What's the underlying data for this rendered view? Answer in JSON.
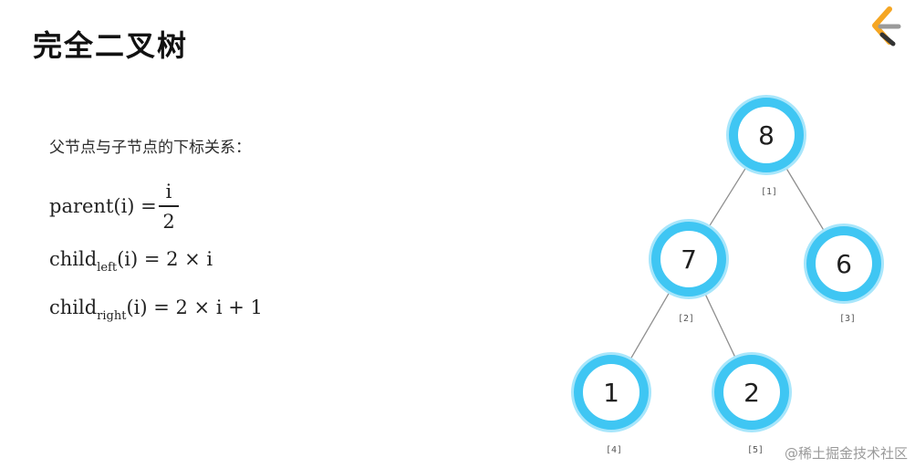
{
  "slide": {
    "title": "完全二叉树",
    "subtitle": "父节点与子节点的下标关系：",
    "formulas": {
      "parent_lhs": "parent(i) = ",
      "parent_num": "i",
      "parent_den": "2",
      "child_left_name": "child",
      "child_left_sub": "left",
      "child_left_rhs": "(i) = 2 × i",
      "child_right_name": "child",
      "child_right_sub": "right",
      "child_right_rhs": "(i) = 2 × i + 1"
    }
  },
  "tree": {
    "nodes": [
      {
        "value": "8",
        "index": "[1]"
      },
      {
        "value": "7",
        "index": "[2]"
      },
      {
        "value": "6",
        "index": "[3]"
      },
      {
        "value": "1",
        "index": "[4]"
      },
      {
        "value": "2",
        "index": "[5]"
      }
    ],
    "edges": [
      [
        0,
        1
      ],
      [
        0,
        2
      ],
      [
        1,
        3
      ],
      [
        1,
        4
      ]
    ]
  },
  "colors": {
    "node_ring": "#3fc6f3",
    "node_glow": "#a8e6fb",
    "edge": "#8f8f8f",
    "logo_orange": "#f5a623",
    "logo_dark": "#333333"
  },
  "watermark": "@稀土掘金技术社区"
}
